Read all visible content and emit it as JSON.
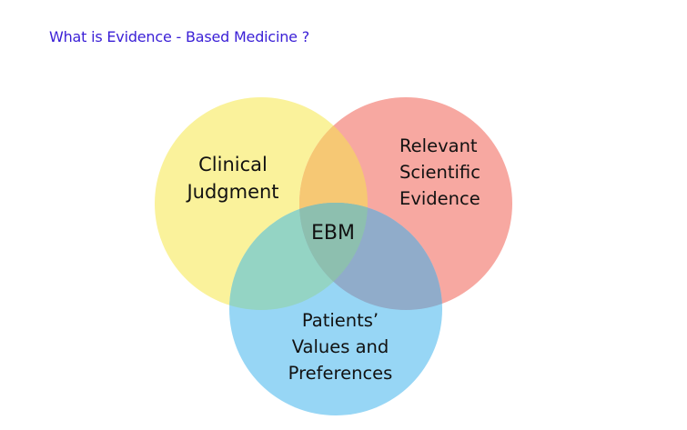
{
  "title": "What is Evidence - Based Medicine ?",
  "colors": {
    "title": "#3a1fd6",
    "yellow": "#FAF29B",
    "red": "#F7A8A1",
    "blue": "#97D6F5",
    "yellow_red": "#F6C874",
    "yellow_blue": "#94D4C4",
    "red_blue": "#90ACCA",
    "center": "#8DBFAF"
  },
  "circles": [
    {
      "id": "clinical",
      "label_lines": [
        "Clinical",
        "Judgment"
      ]
    },
    {
      "id": "scientific",
      "label_lines": [
        "Relevant",
        "Scientific",
        "Evidence"
      ]
    },
    {
      "id": "patients",
      "label_lines": [
        "Patients’",
        "Values and",
        "Preferences"
      ]
    }
  ],
  "center_label": "EBM"
}
